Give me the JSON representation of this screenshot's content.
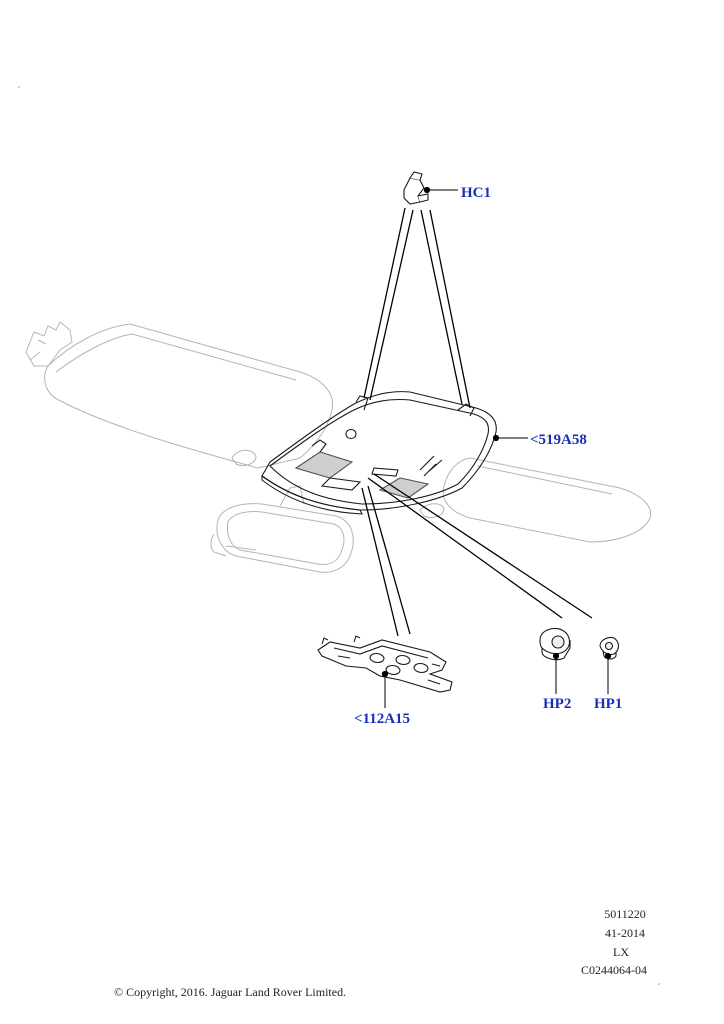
{
  "callouts": {
    "hc1": "HC1",
    "console": "<519A58",
    "bracket": "<112A15",
    "hp2": "HP2",
    "hp1": "HP1"
  },
  "meta": {
    "line1": "5011220",
    "line2": "41-2014",
    "line3": "LX",
    "line4": "C0244064-04"
  },
  "copyright": "© Copyright, 2016. Jaguar Land Rover Limited.",
  "colors": {
    "callout": "#1a2fb8",
    "ghost_line": "#b5b5b5",
    "part_line": "#1a1a1a"
  }
}
